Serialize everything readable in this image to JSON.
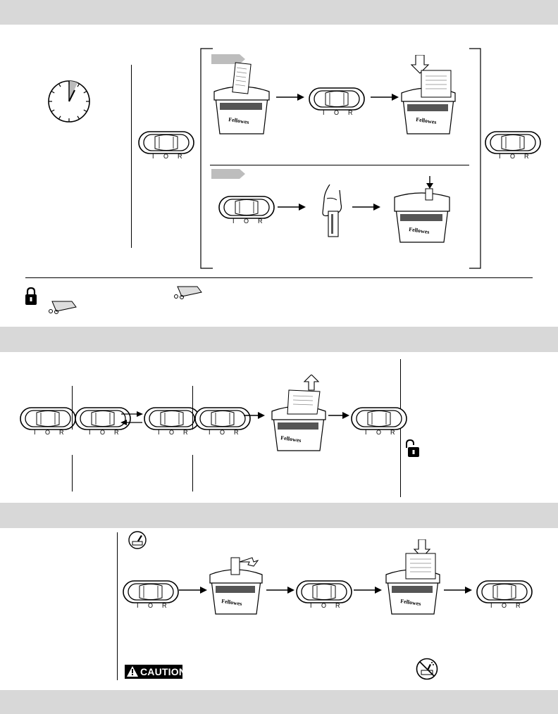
{
  "switch": {
    "pos_on": "I",
    "pos_off": "O",
    "pos_reverse": "R"
  },
  "caution": {
    "label": "CAUTION"
  },
  "icons": {
    "clock": "clock-icon",
    "lock_closed": "lock-closed-icon",
    "lock_open": "lock-open-icon",
    "oil": "oil-icon",
    "no_aerosol": "no-aerosol-icon",
    "shredder": "shredder-icon",
    "credit_card": "credit-card-icon"
  },
  "colors": {
    "band": "#d8d8d8",
    "tag": "#bdbdbd",
    "line": "#000000"
  }
}
